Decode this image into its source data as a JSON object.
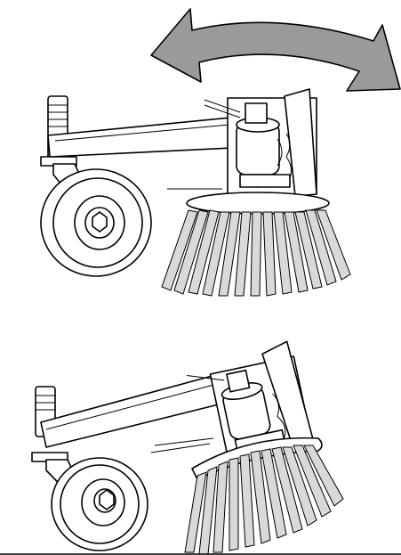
{
  "figure": {
    "rotation_arrow_icon": "double-headed-curved-arrow",
    "upper_view": "sweeper-arm-horizontal",
    "lower_view": "sweeper-arm-tilted",
    "colors": {
      "arrow_fill": "#9a9a9a",
      "bristle_fill": "#d9d9d9",
      "line": "#000000",
      "background": "#ffffff"
    }
  }
}
